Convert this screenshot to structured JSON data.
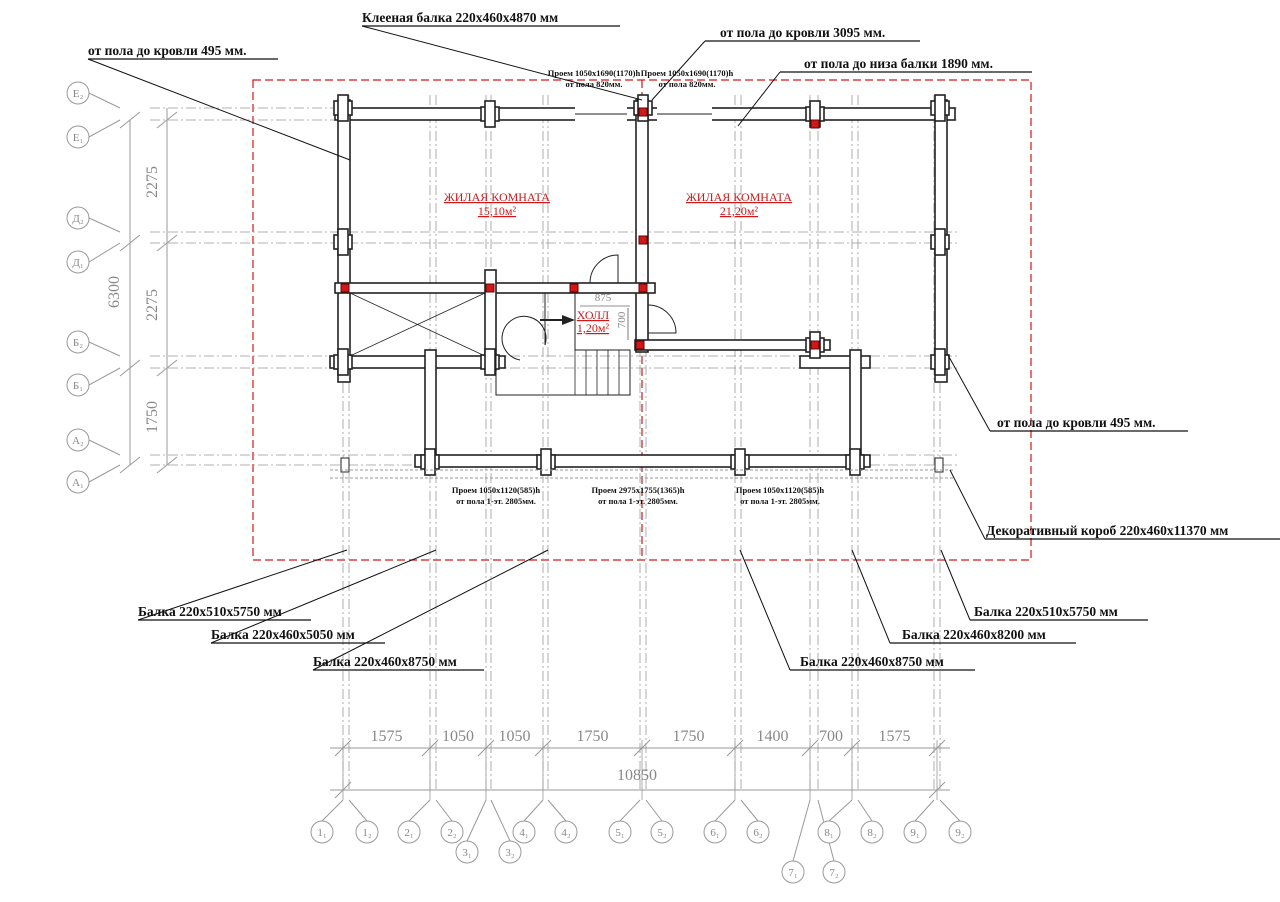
{
  "colors": {
    "wall": "#222222",
    "accent_red": "#d01818",
    "grid": "#999999"
  },
  "callouts": {
    "glued_beam": "Клееная балка 220х460х4870 мм",
    "floor_roof_3095": "от пола до кровли 3095 мм.",
    "floor_beam_1890": "от пола до низа балки 1890 мм.",
    "floor_roof_495_left": "от пола до кровли 495 мм.",
    "floor_roof_495_right": "от пола до кровли 495 мм.",
    "decor_box": "Декоративный короб 220х460х11370 мм",
    "beam_left_1": "Балка 220х510х5750 мм",
    "beam_left_2": "Балка 220х460х5050 мм",
    "beam_left_3": "Балка 220х460х8750 мм",
    "beam_right_1": "Балка 220х510х5750 мм",
    "beam_right_2": "Балка 220х460х8200 мм",
    "beam_right_3": "Балка 220х460х8750 мм"
  },
  "openings": {
    "top_left_1": "Проем 1050х1690(1170)h",
    "top_left_2": "от пола 820мм.",
    "top_right_1": "Проем 1050х1690(1170)h",
    "top_right_2": "от пола 820мм.",
    "bottom_left_1": "Проем 1050х1120(585)h",
    "bottom_left_2": "от пола 1-эт. 2805мм.",
    "bottom_mid_1": "Проем 2975х1755(1365)h",
    "bottom_mid_2": "от пола 1-эт. 2805мм.",
    "bottom_right_1": "Проем 1050х1120(585)h",
    "bottom_right_2": "от пола 1-эт. 2805мм."
  },
  "rooms": [
    {
      "name": "ЖИЛАЯ КОМНАТА",
      "area": "15,10м²"
    },
    {
      "name": "ЖИЛАЯ КОМНАТА",
      "area": "21,20м²"
    },
    {
      "name": "ХОЛЛ",
      "area": "1,20м²"
    }
  ],
  "hall_dims": {
    "width": "875",
    "depth": "700"
  },
  "vertical_dims": {
    "total": "6300",
    "segments": [
      "2275",
      "2275",
      "1750"
    ]
  },
  "horizontal_dims": {
    "total": "10850",
    "segments": [
      "1575",
      "1050",
      "1050",
      "1750",
      "1750",
      "1400",
      "700",
      "1575"
    ]
  },
  "row_axes": [
    "Е₂",
    "Е₁",
    "Д₂",
    "Д₁",
    "Б₂",
    "Б₁",
    "А₂",
    "А₁"
  ],
  "col_axes": [
    "1₁",
    "1₂",
    "2₁",
    "2₂",
    "3₁",
    "3₂",
    "4₁",
    "4₂",
    "5₁",
    "5₂",
    "6₁",
    "6₂",
    "7₁",
    "7₂",
    "8₁",
    "8₂",
    "9₁",
    "9₂"
  ]
}
